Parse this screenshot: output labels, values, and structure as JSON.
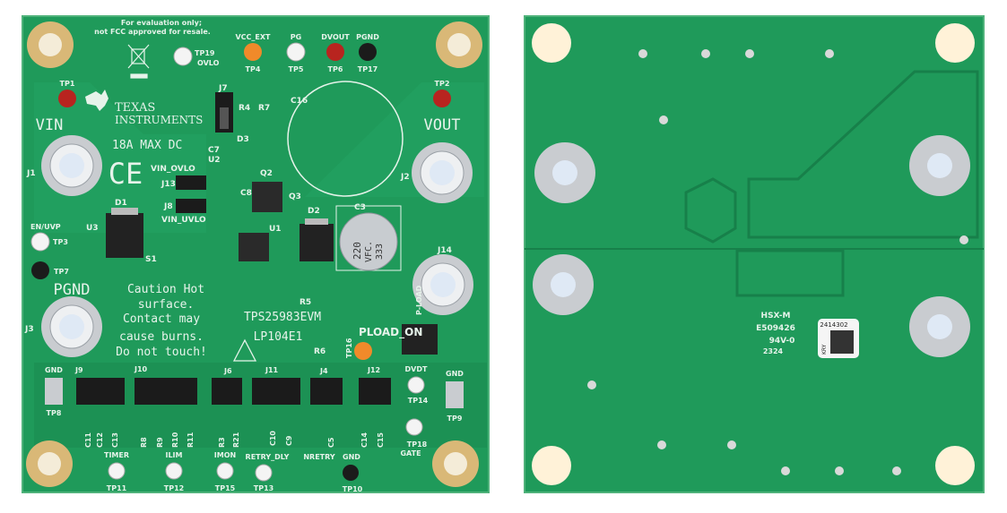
{
  "colors": {
    "pcb": "#1f9a5a",
    "pcb_dark": "#17804a",
    "silkscreen": "#e6f3ea",
    "gold": "#d9b877",
    "orange": "#f08a2a",
    "red": "#b8241f",
    "black": "#1b1b1b"
  },
  "top_side": {
    "notice_line1": "For evaluation only;",
    "notice_line2": "not FCC approved for resale.",
    "brand_line1": "TEXAS",
    "brand_line2": "INSTRUMENTS",
    "rating": "18A MAX DC",
    "ce_mark": "CE",
    "vin": "VIN",
    "vout": "VOUT",
    "pgnd": "PGND",
    "caution": [
      "Caution Hot",
      "surface.",
      "Contact may",
      "cause burns.",
      "Do not touch!"
    ],
    "part_number": "TPS25983EVM",
    "board_rev": "LP104E1",
    "pload_on": "PLOAD_ON",
    "p_load": "P-LOAD",
    "test_points": {
      "tp1": "TP1",
      "tp2": "TP2",
      "tp3": "TP3",
      "tp4": "TP4",
      "tp5": "TP5",
      "tp6": "TP6",
      "tp7": "TP7",
      "tp8": "TP8",
      "tp9": "TP9",
      "tp10": "TP10",
      "tp11": "TP11",
      "tp12": "TP12",
      "tp13": "TP13",
      "tp14": "TP14",
      "tp15": "TP15",
      "tp16": "TP16",
      "tp17": "TP17",
      "tp18": "TP18",
      "tp19": "TP19"
    },
    "signal_labels": {
      "ovlo": "OVLO",
      "vcc_ext": "VCC_EXT",
      "pg": "PG",
      "dvout": "DVOUT",
      "pgnd_tp": "PGND",
      "en_uvp": "EN/UVP",
      "vin_ovlo": "VIN_OVLO",
      "vin_uvlo": "VIN_UVLO",
      "gnd_left": "GND",
      "gnd_right": "GND",
      "gnd_bottom": "GND",
      "dvdt": "DVDT",
      "gate": "GATE",
      "timer": "TIMER",
      "ilim": "ILIM",
      "imon": "IMON",
      "retry_dly": "RETRY_DLY",
      "nretry": "NRETRY"
    },
    "designators": {
      "j1": "J1",
      "j2": "J2",
      "j3": "J3",
      "j4": "J4",
      "j6": "J6",
      "j7": "J7",
      "j8": "J8",
      "j9": "J9",
      "j10": "J10",
      "j11": "J11",
      "j12": "J12",
      "j13": "J13",
      "j14": "J14",
      "d1": "D1",
      "d2": "D2",
      "d3": "D3",
      "u1": "U1",
      "u2": "U2",
      "u3": "U3",
      "q2": "Q2",
      "q3": "Q3",
      "c3": "C3",
      "c16": "C16",
      "c7": "C7",
      "c8": "C8",
      "r4": "R4",
      "r7": "R7",
      "r5": "R5",
      "r6": "R6",
      "s1": "S1",
      "bottom_row": [
        "C11",
        "C12",
        "C13",
        "R8",
        "R9",
        "R10",
        "R11",
        "R3",
        "R21",
        "C10",
        "C9",
        "C5",
        "C14",
        "C15"
      ]
    },
    "capacitor_marking": [
      "220",
      "VFC.",
      "333"
    ]
  },
  "bottom_side": {
    "marking_line1": "HSX-M",
    "marking_line2": "E509426",
    "ul_rating": "94V-0",
    "date_code": "2324",
    "label_code": "2414302",
    "label_prefix": "KRY"
  }
}
